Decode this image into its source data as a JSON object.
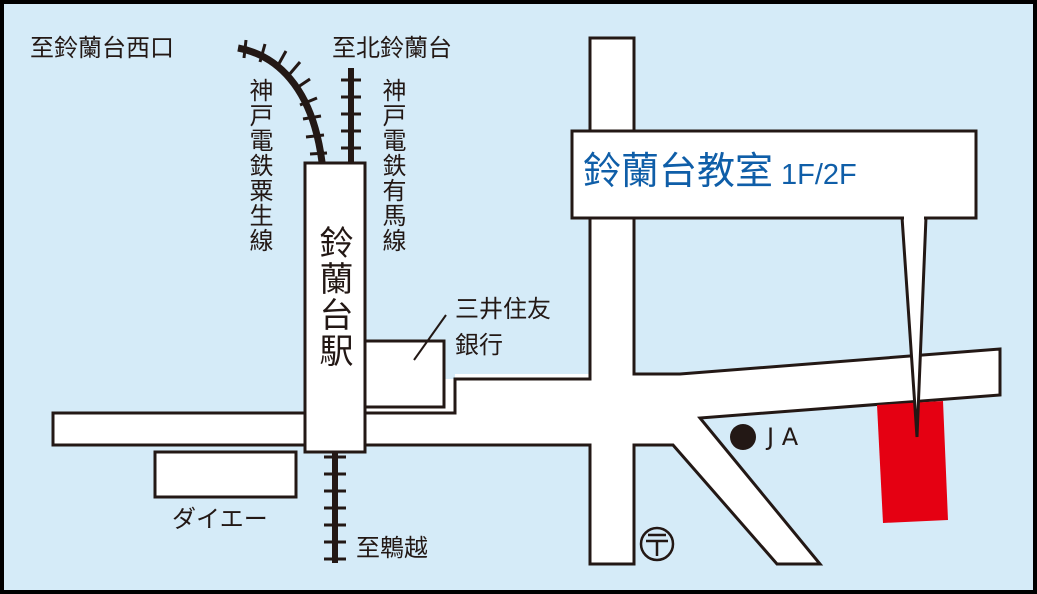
{
  "map": {
    "background_color": "#d5ebf8",
    "frame_color": "#000000",
    "road_color": "#ffffff",
    "line_color": "#231815",
    "target_color": "#e50012"
  },
  "destination": {
    "name": "鈴蘭台教室",
    "floors": "1F/2F",
    "text_color": "#0f5ea8"
  },
  "station": {
    "name": "鈴蘭台駅"
  },
  "rail_lines": [
    {
      "id": "ao",
      "label": "神戸電鉄粟生線",
      "direction": "至鈴蘭台西口"
    },
    {
      "id": "arima",
      "label": "神戸電鉄有馬線",
      "direction": "至北鈴蘭台"
    },
    {
      "id": "south",
      "direction": "至鵯越"
    }
  ],
  "landmarks": [
    {
      "id": "smbc",
      "label_line1": "三井住友",
      "label_line2": "銀行"
    },
    {
      "id": "daiei",
      "label": "ダイエー"
    },
    {
      "id": "ja",
      "label": "J A"
    },
    {
      "id": "post-office",
      "symbol": "〒"
    }
  ]
}
